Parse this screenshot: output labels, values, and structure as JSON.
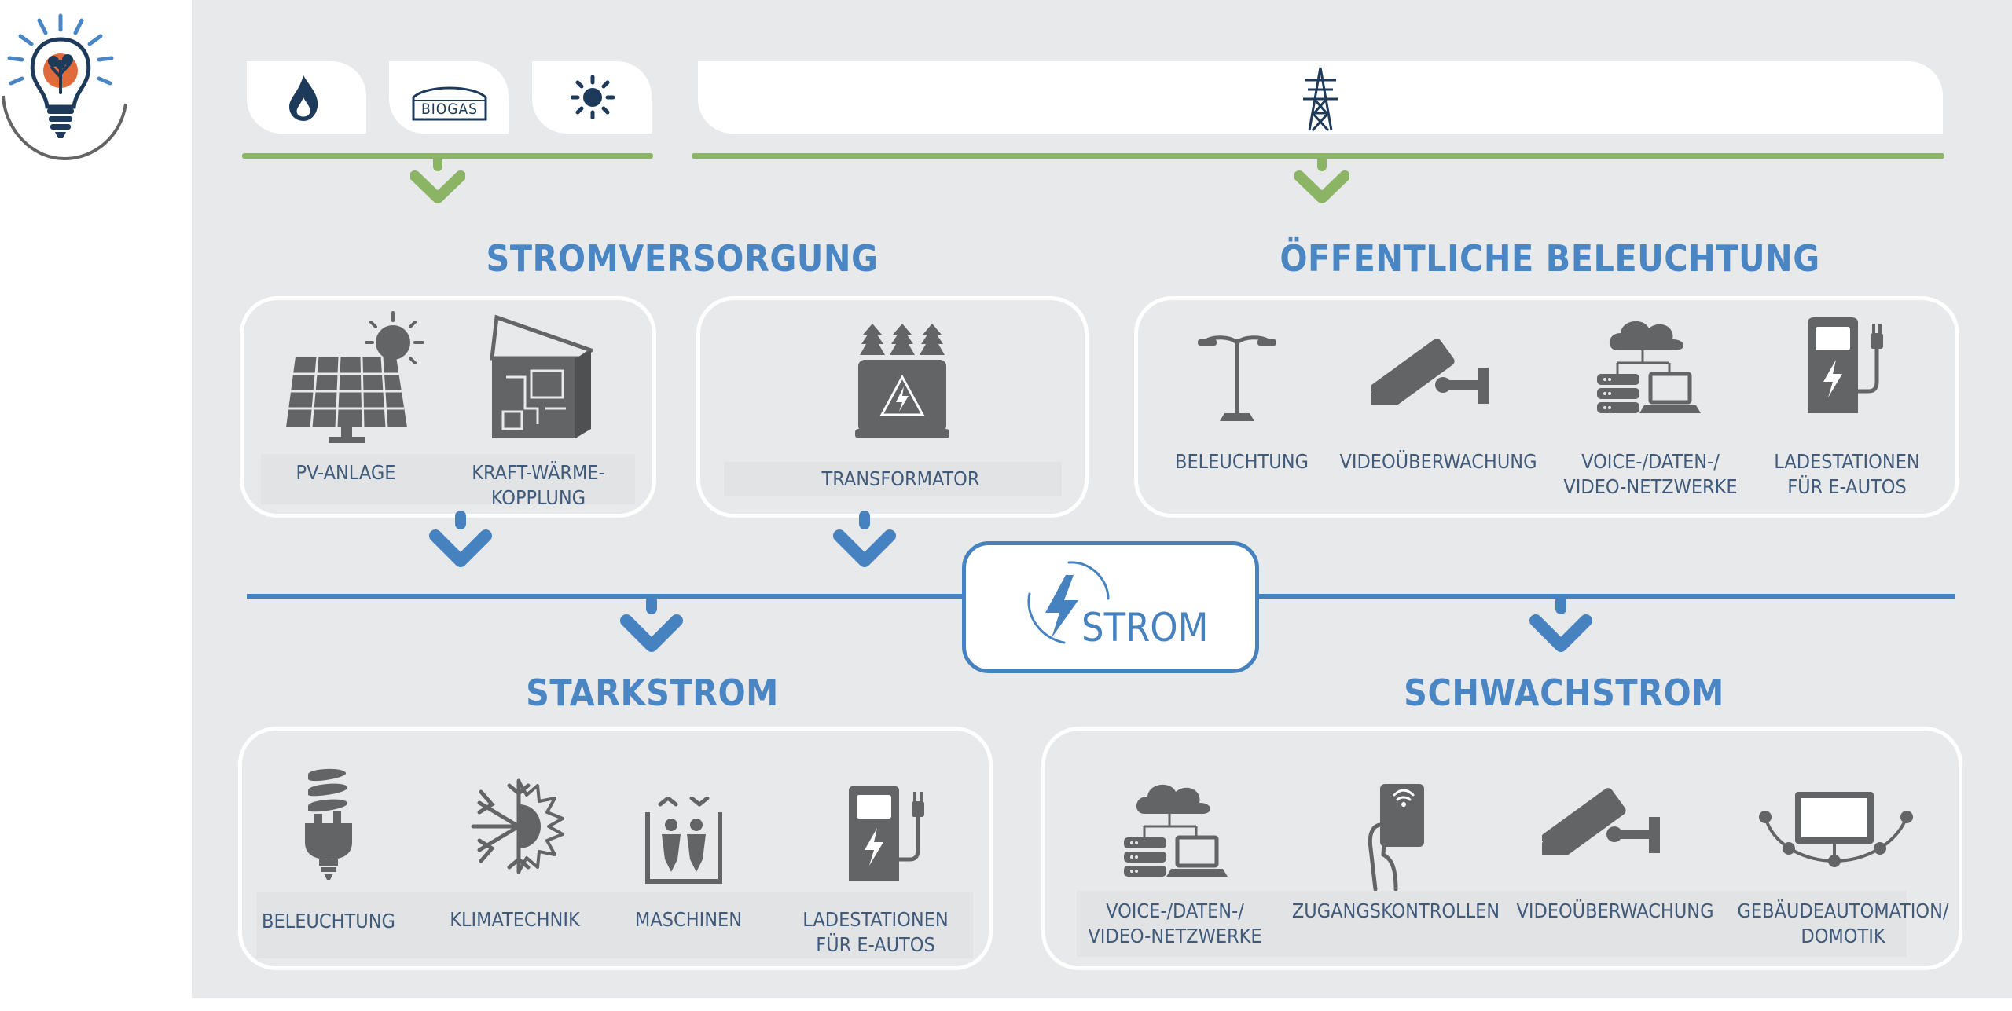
{
  "colors": {
    "panel": "#e8e9ea",
    "blue": "#4682c0",
    "green": "#8bb464",
    "icon_gray": "#636466",
    "navy": "#1e3a5a",
    "orange": "#e06a3a"
  },
  "logo": {
    "icon": "lightbulb-tree-icon"
  },
  "sources": {
    "gas_icon": "flame-icon",
    "biogas_label": "BIOGAS",
    "solar_icon": "sun-icon",
    "grid_icon": "power-pylon-icon"
  },
  "headings": {
    "stromversorgung": "STROMVERSORGUNG",
    "oeffentliche": "ÖFFENTLICHE BELEUCHTUNG",
    "starkstrom": "STARKSTROM",
    "schwachstrom": "SCHWACHSTROM"
  },
  "center": {
    "label": "STROM",
    "icon": "lightning-bolt-icon"
  },
  "stromversorgung": [
    {
      "icon": "solar-panel-icon",
      "lines": [
        "PV-ANLAGE"
      ]
    },
    {
      "icon": "chp-unit-icon",
      "lines": [
        "KRAFT-WÄRME-",
        "KOPPLUNG"
      ]
    }
  ],
  "transformator": {
    "icon": "transformer-icon",
    "lines": [
      "TRANSFORMATOR"
    ]
  },
  "oeffentliche": [
    {
      "icon": "street-lamp-icon",
      "lines": [
        "BELEUCHTUNG"
      ]
    },
    {
      "icon": "cctv-camera-icon",
      "lines": [
        "VIDEOÜBERWACHUNG"
      ]
    },
    {
      "icon": "network-cloud-icon",
      "lines": [
        "VOICE-/DATEN-/",
        "VIDEO-NETZWERKE"
      ]
    },
    {
      "icon": "ev-charger-icon",
      "lines": [
        "LADESTATIONEN",
        "FÜR E-AUTOS"
      ]
    }
  ],
  "starkstrom": [
    {
      "icon": "energy-saving-bulb-icon",
      "lines": [
        "BELEUCHTUNG"
      ]
    },
    {
      "icon": "snowflake-sun-icon",
      "lines": [
        "KLIMATECHNIK"
      ]
    },
    {
      "icon": "elevator-icon",
      "lines": [
        "MASCHINEN"
      ]
    },
    {
      "icon": "ev-charger-icon",
      "lines": [
        "LADESTATIONEN",
        "FÜR E-AUTOS"
      ]
    }
  ],
  "schwachstrom": [
    {
      "icon": "network-cloud-icon",
      "lines": [
        "VOICE-/DATEN-/",
        "VIDEO-NETZWERKE"
      ]
    },
    {
      "icon": "access-card-icon",
      "lines": [
        "ZUGANGSKONTROLLEN"
      ]
    },
    {
      "icon": "cctv-camera-icon",
      "lines": [
        "VIDEOÜBERWACHUNG"
      ]
    },
    {
      "icon": "building-automation-icon",
      "lines": [
        "GEBÄUDEAUTOMATION/",
        "DOMOTIK"
      ]
    }
  ]
}
